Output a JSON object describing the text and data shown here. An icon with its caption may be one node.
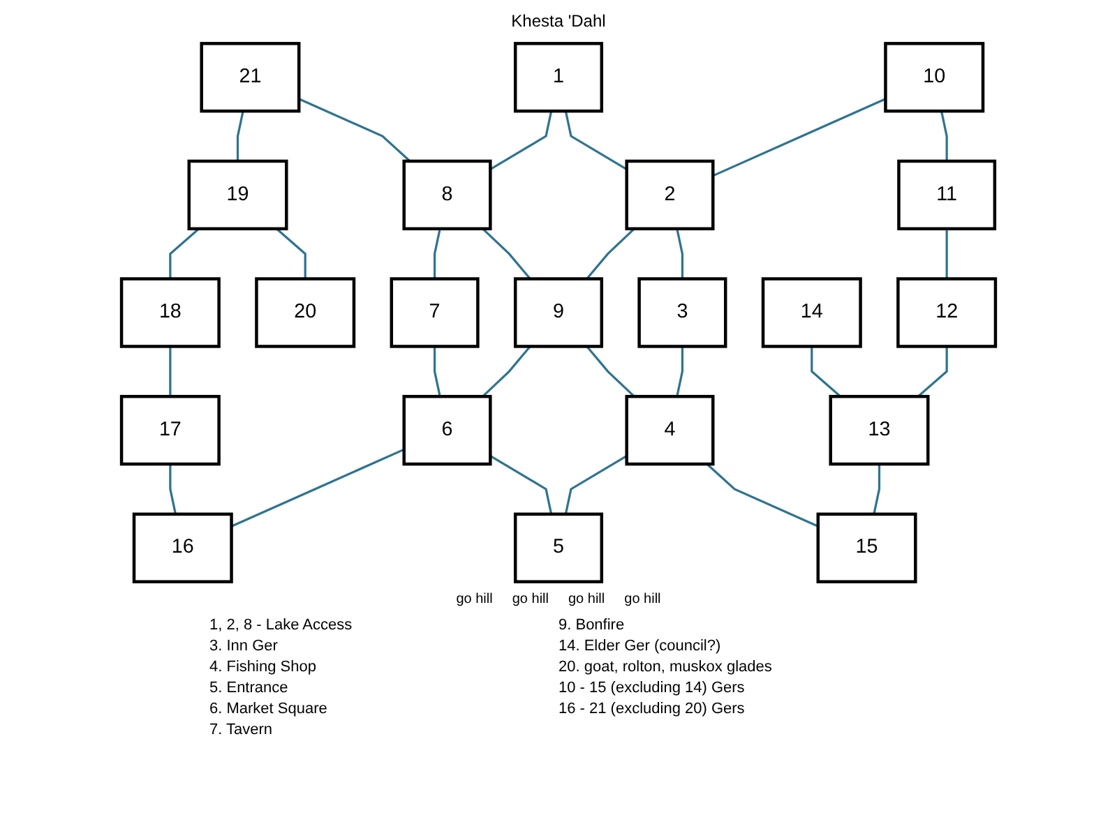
{
  "diagram": {
    "title": "Khesta 'Dahl",
    "nodes": [
      {
        "text": [
          "21"
        ]
      },
      {
        "text": [
          "10"
        ]
      },
      {
        "text": [
          "19"
        ]
      },
      {
        "text": [
          "8"
        ]
      },
      {
        "text": [
          "1"
        ]
      },
      {
        "text": [
          "2"
        ]
      },
      {
        "text": [
          "11"
        ]
      },
      {
        "text": [
          "18"
        ]
      },
      {
        "text": [
          "20"
        ]
      },
      {
        "text": [
          "7"
        ]
      },
      {
        "text": [
          "9"
        ]
      },
      {
        "text": [
          "3"
        ]
      },
      {
        "text": [
          "14"
        ]
      },
      {
        "text": [
          "12"
        ]
      },
      {
        "text": [
          "17"
        ]
      },
      {
        "text": [
          "6"
        ]
      },
      {
        "text": [
          "5"
        ]
      },
      {
        "text": [
          "4"
        ]
      },
      {
        "text": [
          "13"
        ]
      },
      {
        "text": [
          "16"
        ]
      },
      {
        "text": [
          "15"
        ]
      }
    ],
    "edges": [
      {
        "from": 0,
        "to": 2,
        "arrow": "none"
      },
      {
        "from": 0,
        "to": 3,
        "arrow": "none"
      },
      {
        "from": 2,
        "to": 7,
        "arrow": "none"
      },
      {
        "from": 2,
        "to": 8,
        "arrow": "none"
      },
      {
        "from": 7,
        "to": 14,
        "arrow": "none"
      },
      {
        "from": 14,
        "to": 19,
        "arrow": "none"
      },
      {
        "from": 15,
        "to": 19,
        "arrow": "none"
      },
      {
        "from": 4,
        "to": 3,
        "arrow": "none"
      },
      {
        "from": 4,
        "to": 5,
        "arrow": "none"
      },
      {
        "from": 3,
        "to": 9,
        "arrow": "none"
      },
      {
        "from": 3,
        "to": 10,
        "arrow": "none"
      },
      {
        "from": 9,
        "to": 15,
        "arrow": "none"
      },
      {
        "from": 5,
        "to": 10,
        "arrow": "none"
      },
      {
        "from": 10,
        "to": 15,
        "arrow": "none"
      },
      {
        "from": 10,
        "to": 17,
        "arrow": "none"
      },
      {
        "from": 5,
        "to": 11,
        "arrow": "none"
      },
      {
        "from": 11,
        "to": 17,
        "arrow": "none"
      },
      {
        "from": 15,
        "to": 16,
        "arrow": "none"
      },
      {
        "from": 17,
        "to": 16,
        "arrow": "none"
      },
      {
        "from": 1,
        "to": 5,
        "arrow": "none"
      },
      {
        "from": 1,
        "to": 6,
        "arrow": "none"
      },
      {
        "from": 6,
        "to": 13,
        "arrow": "none"
      },
      {
        "from": 13,
        "to": 18,
        "arrow": "none"
      },
      {
        "from": 12,
        "to": 18,
        "arrow": "none"
      },
      {
        "from": 18,
        "to": 20,
        "arrow": "none"
      },
      {
        "from": 17,
        "to": 20,
        "arrow": "none"
      }
    ],
    "labels": [
      "go hill",
      "go hill",
      "go hill",
      "go hill",
      "1, 2, 8 - Lake Access",
      "3. Inn Ger",
      "4. Fishing Shop",
      "5. Entrance",
      "6. Market Square",
      "7. Tavern",
      "9. Bonfire",
      "14. Elder Ger (council?)",
      "20. goat, rolton, muskox glades",
      "10 - 15 (excluding 14) Gers",
      "16 - 21 (excluding 20) Gers"
    ]
  }
}
